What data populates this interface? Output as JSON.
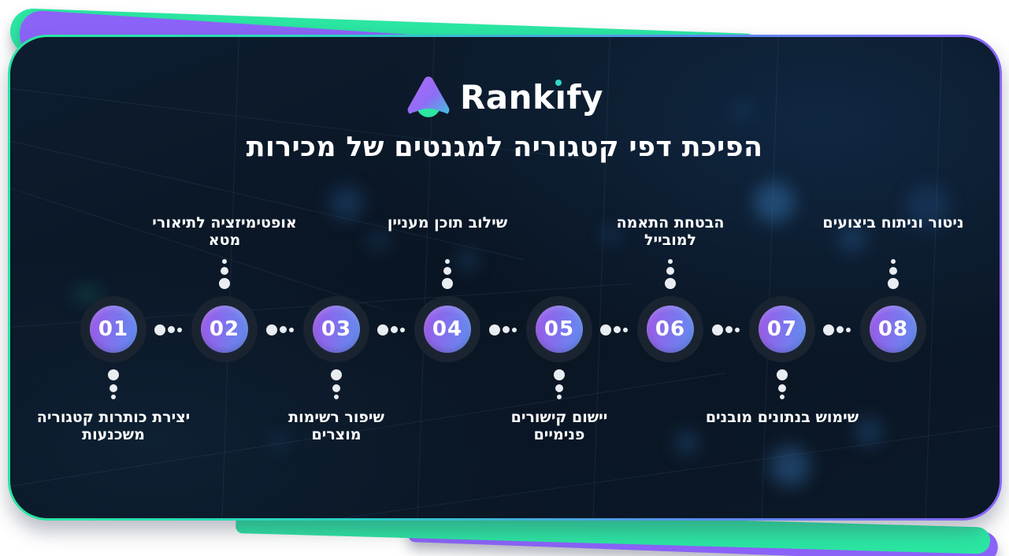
{
  "brand": {
    "name": "Rankify",
    "display": {
      "before_i": "Rank",
      "i_dotless": "ı",
      "after_i": "fy"
    },
    "i_dot_color": "#2fd9c5",
    "icon": "rankify-arrow-logo"
  },
  "title": "הפיכת דפי קטגוריה למגנטים של מכירות",
  "steps": [
    {
      "number": "01",
      "label_position": "below",
      "label": "יצירת כותרות קטגוריה משכנעות",
      "lines": [
        "יצירת כותרות קטגוריה",
        "משכנעות"
      ]
    },
    {
      "number": "02",
      "label_position": "above",
      "label": "אופטימיזציה לתיאורי מטא",
      "lines": [
        "אופטימיזציה לתיאורי",
        "מטא"
      ]
    },
    {
      "number": "03",
      "label_position": "below",
      "label": "שיפור רשימות מוצרים",
      "lines": [
        "שיפור רשימות",
        "מוצרים"
      ]
    },
    {
      "number": "04",
      "label_position": "above",
      "label": "שילוב תוכן מעניין",
      "lines": [
        "שילוב תוכן מעניין"
      ]
    },
    {
      "number": "05",
      "label_position": "below",
      "label": "יישום קישורים פנימיים",
      "lines": [
        "יישום קישורים",
        "פנימיים"
      ]
    },
    {
      "number": "06",
      "label_position": "above",
      "label": "הבטחת התאמה למובייל",
      "lines": [
        "הבטחת התאמה",
        "למובייל"
      ]
    },
    {
      "number": "07",
      "label_position": "below",
      "label": "שימוש בנתונים מובנים",
      "lines": [
        "שימוש בנתונים מובנים"
      ]
    },
    {
      "number": "08",
      "label_position": "above",
      "label": "ניטור וניתוח ביצועים",
      "lines": [
        "ניטור וניתוח ביצועים"
      ]
    }
  ],
  "colors": {
    "card_background": "#0b1624",
    "accent_green": "#2be6a2",
    "accent_purple": "#8b63f8",
    "circle_gradient_start": "#9e58e9",
    "circle_gradient_end": "#5f8ef0",
    "circle_ring": "#1a2431",
    "dot": "#e9edf2",
    "text": "#ffffff"
  }
}
